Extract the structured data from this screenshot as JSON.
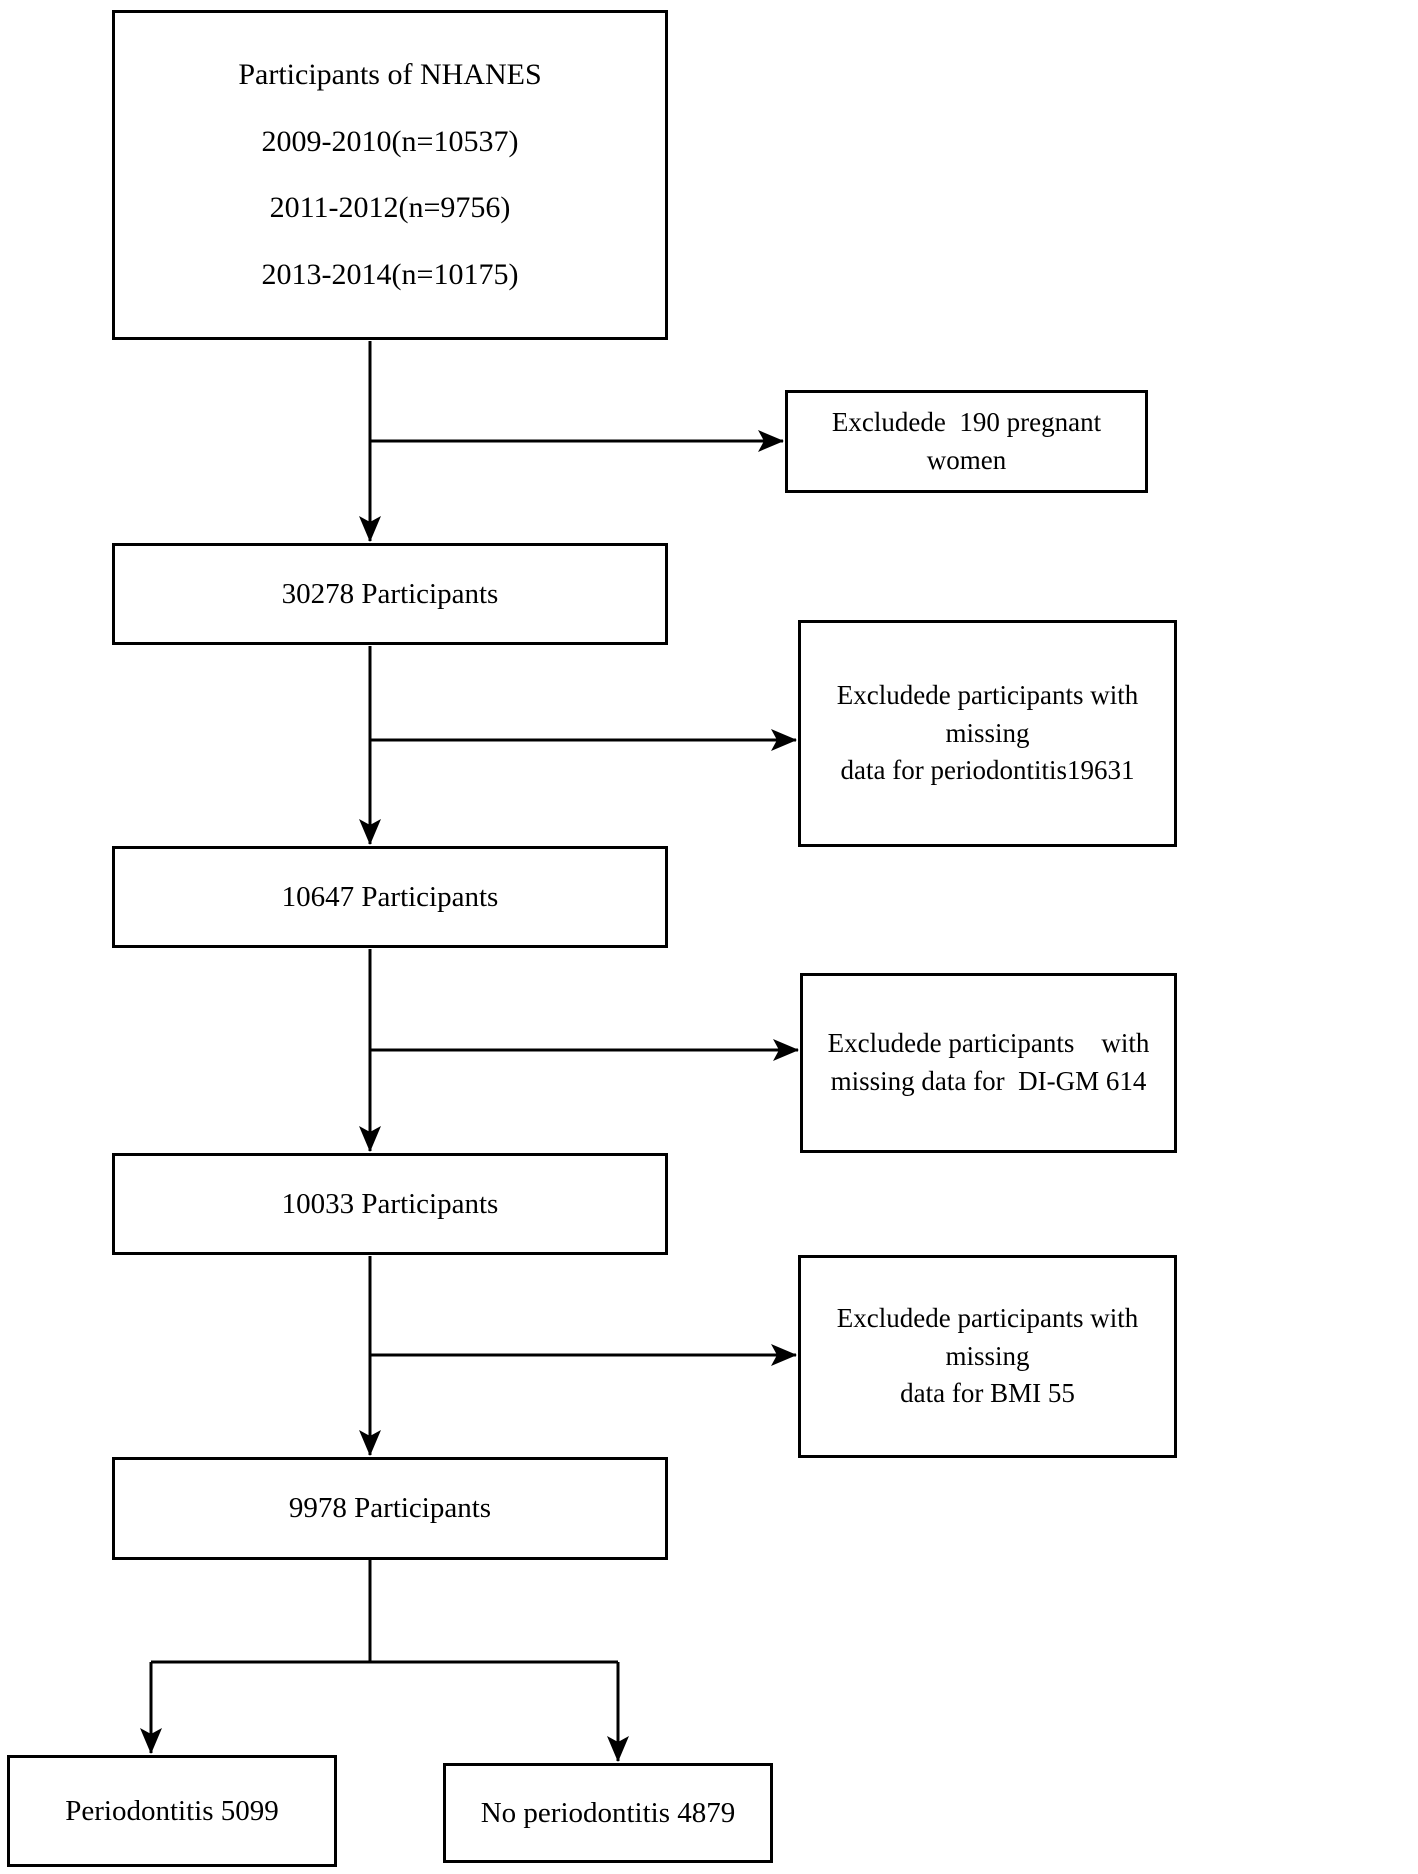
{
  "flow": {
    "top_box": {
      "lines": [
        "Participants of NHANES",
        "2009-2010(n=10537)",
        "2011-2012(n=9756)",
        "2013-2014(n=10175)"
      ]
    },
    "steps": [
      {
        "label": "30278 Participants"
      },
      {
        "label": "10647 Participants"
      },
      {
        "label": "10033 Participants"
      },
      {
        "label": "9978 Participants"
      }
    ],
    "exclusions": [
      {
        "lines": [
          "Excludede  190 pregnant women",
          ""
        ]
      },
      {
        "lines": [
          "Excludede participants with missing",
          "data for periodontitis19631"
        ]
      },
      {
        "lines": [
          "Excludede participants    with",
          "missing data for  DI-GM 614"
        ]
      },
      {
        "lines": [
          "Excludede participants with missing",
          "data for BMI 55"
        ]
      }
    ],
    "outcomes": [
      {
        "label": "Periodontitis 5099"
      },
      {
        "label": "No periodontitis 4879"
      }
    ],
    "colors": {
      "line": "#000000",
      "text": "#000000",
      "background": "#ffffff"
    }
  }
}
